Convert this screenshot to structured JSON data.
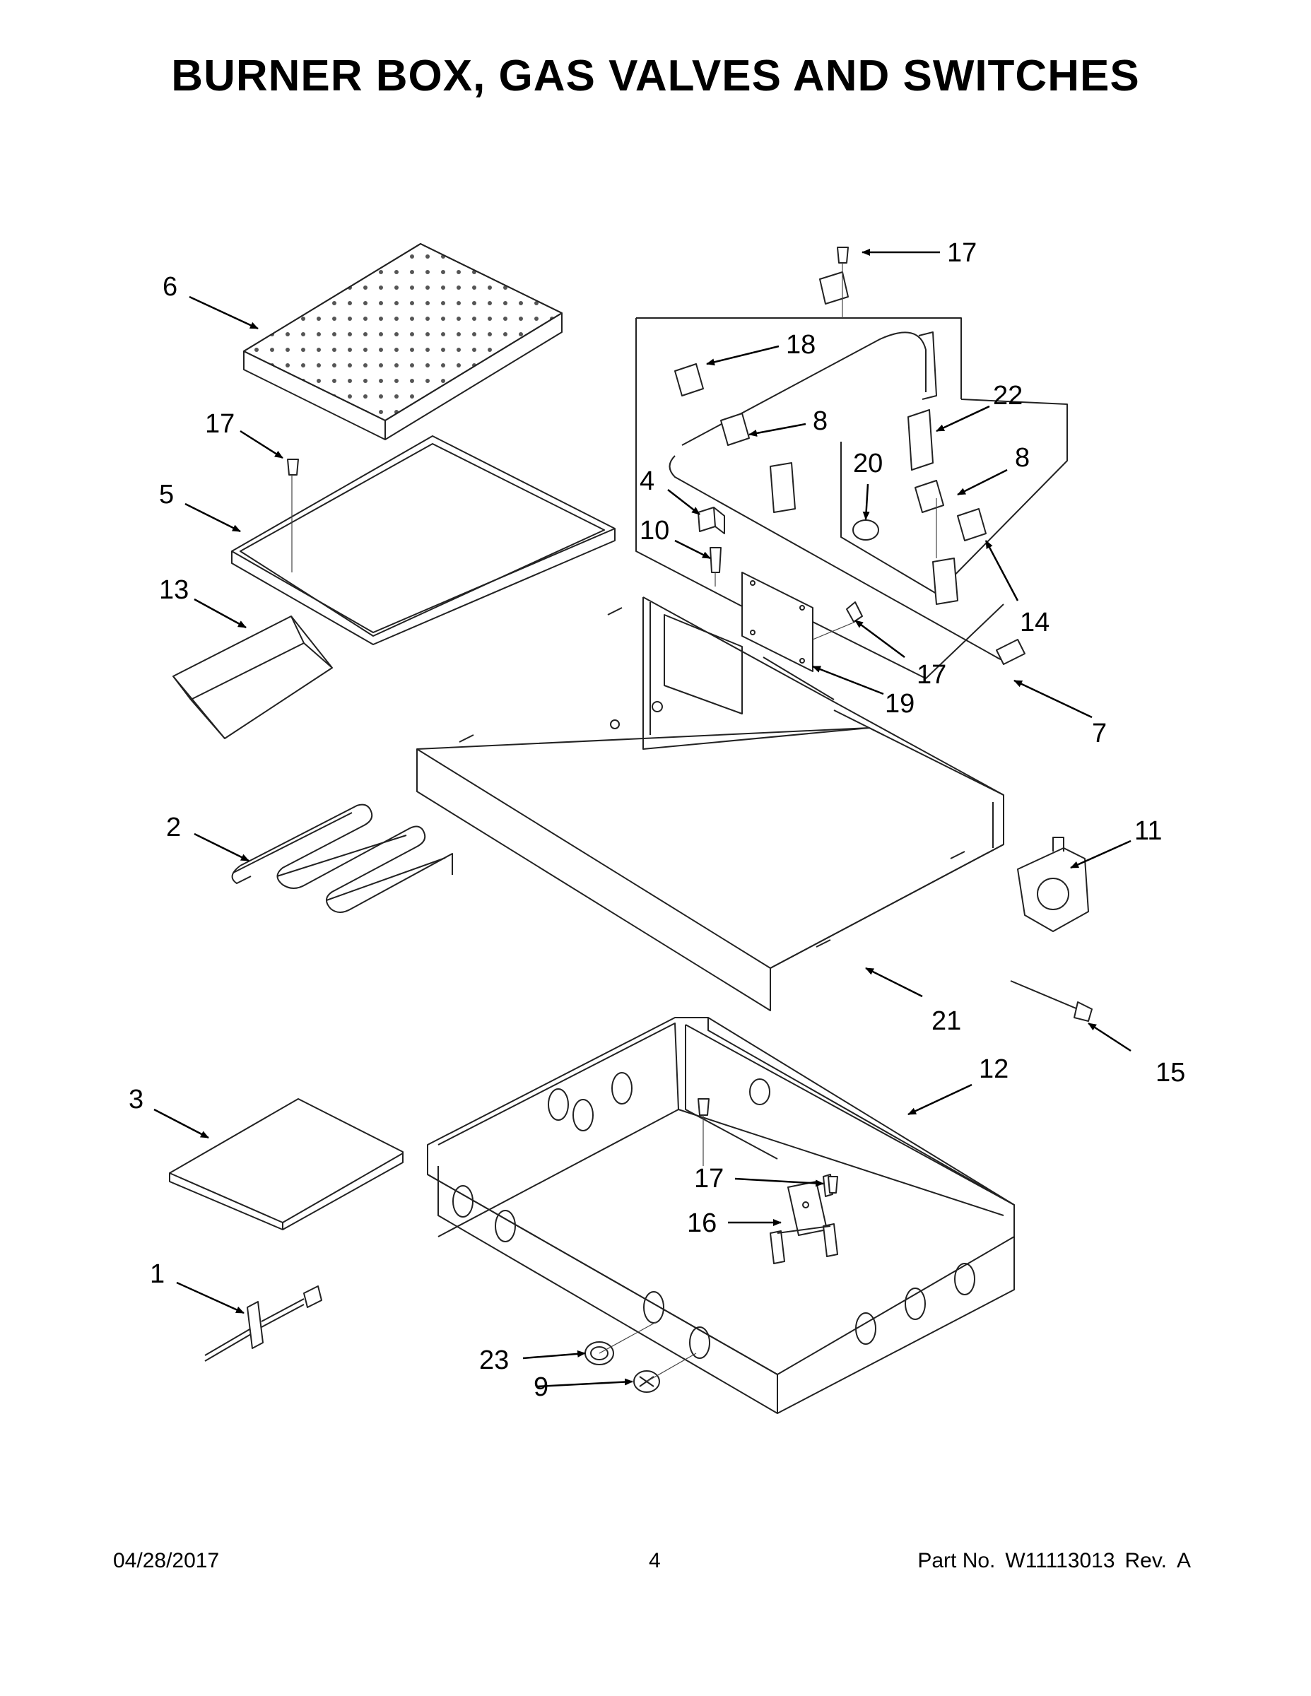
{
  "title": "BURNER BOX, GAS VALVES AND SWITCHES",
  "footer": {
    "date": "04/28/2017",
    "page": "4",
    "part_label": "Part No.",
    "part_number": "W11113013",
    "rev_label": "Rev.",
    "rev": "A"
  },
  "callouts": {
    "c1": "1",
    "c2": "2",
    "c3": "3",
    "c4": "4",
    "c5": "5",
    "c6": "6",
    "c7": "7",
    "c8a": "8",
    "c8b": "8",
    "c9": "9",
    "c10": "10",
    "c11": "11",
    "c12": "12",
    "c13": "13",
    "c14": "14",
    "c15": "15",
    "c16": "16",
    "c17a": "17",
    "c17b": "17",
    "c17c": "17",
    "c17d": "17",
    "c18": "18",
    "c19": "19",
    "c20": "20",
    "c21": "21",
    "c22": "22",
    "c23": "23"
  }
}
